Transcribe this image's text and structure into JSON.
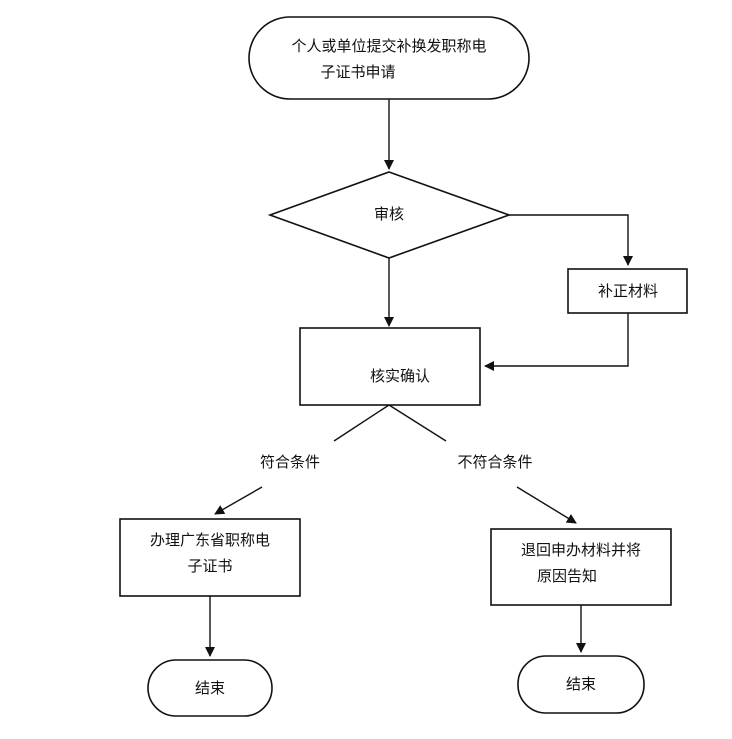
{
  "flowchart": {
    "nodes": {
      "start": {
        "lines": [
          "个人或单位提交补换发职称电",
          "子证书申请"
        ]
      },
      "review": {
        "lines": [
          "审核"
        ]
      },
      "supplement": {
        "lines": [
          "补正材料"
        ]
      },
      "verify": {
        "lines": [
          "核实确认"
        ]
      },
      "issue": {
        "lines": [
          "办理广东省职称电",
          "子证书"
        ]
      },
      "return": {
        "lines": [
          "退回申办材料并将",
          "原因告知"
        ]
      },
      "end_left": {
        "lines": [
          "结束"
        ]
      },
      "end_right": {
        "lines": [
          "结束"
        ]
      }
    },
    "edge_labels": {
      "meets": "符合条件",
      "not_meets": "不符合条件"
    }
  }
}
